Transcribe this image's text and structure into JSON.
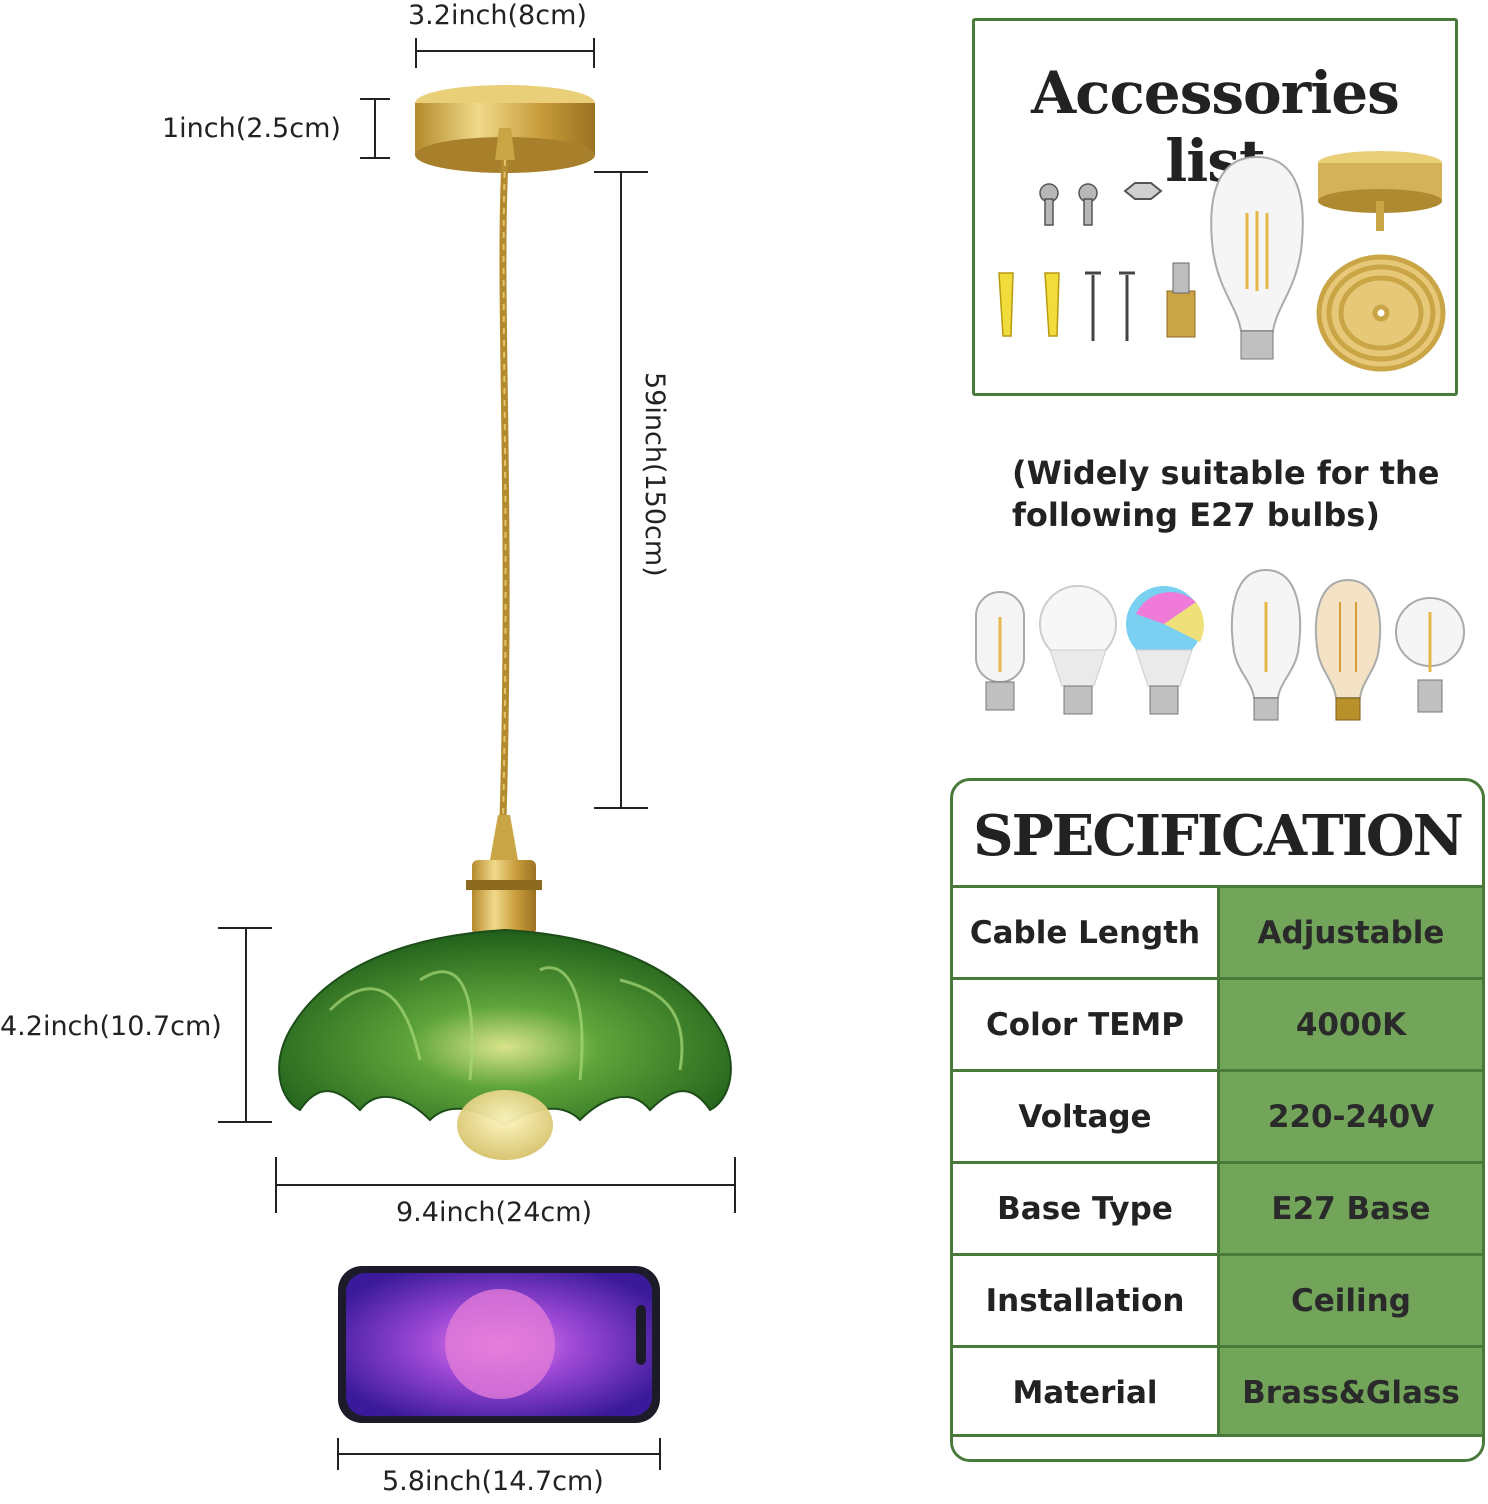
{
  "dimensions": {
    "canopy_width": "3.2inch(8cm)",
    "canopy_height": "1inch(2.5cm)",
    "cable_length": "59inch(150cm)",
    "shade_height": "4.2inch(10.7cm)",
    "shade_width": "9.4inch(24cm)",
    "phone_width": "5.8inch(14.7cm)"
  },
  "accessories": {
    "title": "Accessories list"
  },
  "bulbs": {
    "note": "(Widely suitable for the following E27 bulbs)"
  },
  "specification": {
    "title": "SPECIFICATION",
    "rows": [
      {
        "label": "Cable Length",
        "value": "Adjustable"
      },
      {
        "label": "Color TEMP",
        "value": "4000K"
      },
      {
        "label": "Voltage",
        "value": "220-240V"
      },
      {
        "label": "Base Type",
        "value": "E27 Base"
      },
      {
        "label": "Installation",
        "value": "Ceiling"
      },
      {
        "label": "Material",
        "value": "Brass&Glass"
      }
    ]
  },
  "colors": {
    "accent_green": "#72a55a",
    "border_green": "#4a7a3a",
    "brass": "#c9a545",
    "glass_green": "#2f7a2a"
  }
}
